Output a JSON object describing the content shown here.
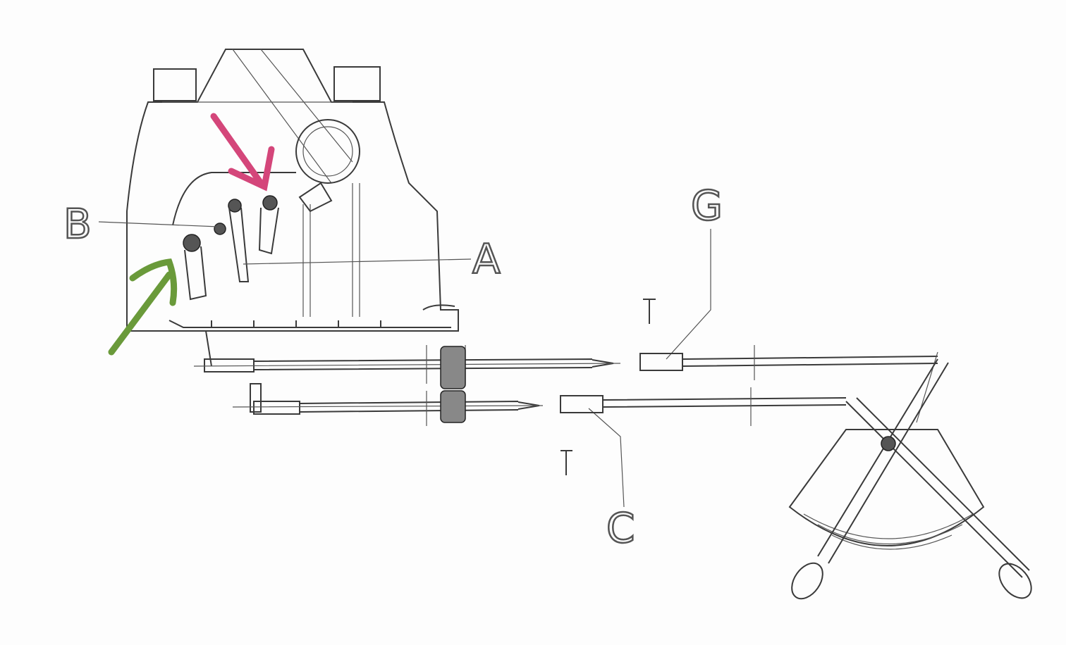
{
  "diagram": {
    "labels": {
      "a": "A",
      "b": "B",
      "c": "C",
      "g": "G"
    },
    "annotations": [
      {
        "name": "pink-arrow",
        "color": "#d4467a"
      },
      {
        "name": "green-arrow",
        "color": "#6a9a3a"
      }
    ],
    "line_color": "#3a3a3a"
  }
}
